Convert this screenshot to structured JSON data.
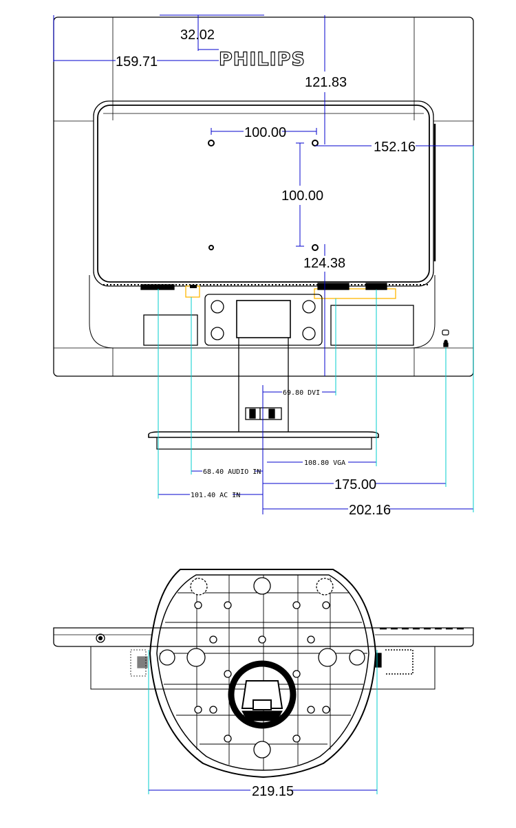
{
  "colors": {
    "outline": "#000000",
    "dimension_line": "#0000cc",
    "extension_line": "#00cccc",
    "port_highlight": "#ffb700",
    "background": "#ffffff"
  },
  "brand": {
    "logo_text": "PHILIPS"
  },
  "rear_view": {
    "dimensions": {
      "logo_offset_top": "32.02",
      "logo_offset_left": "159.71",
      "mount_hole_top_right_offset": "121.83",
      "mount_hole_spacing_horizontal": "100.00",
      "mount_hole_right_offset": "152.16",
      "mount_hole_spacing_vertical": "100.00",
      "mount_hole_bottom_right_offset": "124.38"
    },
    "ports": {
      "dvi": "69.80 DVI",
      "audio_in": "68.40 AUDIO IN",
      "vga": "108.80 VGA",
      "kensington": "175.00",
      "ac_in": "101.40 AC IN",
      "half_width": "202.16"
    }
  },
  "bottom_view": {
    "dimensions": {
      "base_diameter": "219.15"
    }
  }
}
